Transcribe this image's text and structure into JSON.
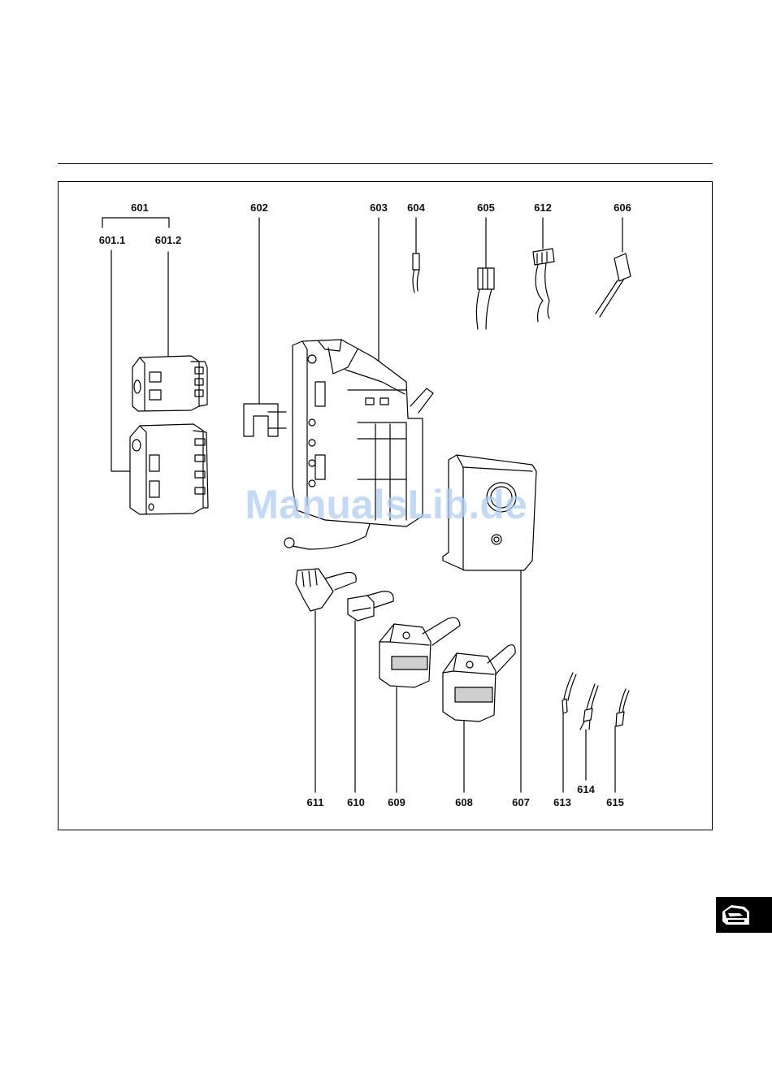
{
  "labels": {
    "l601": "601",
    "l601_1": "601.1",
    "l601_2": "601.2",
    "l602": "602",
    "l603": "603",
    "l604": "604",
    "l605": "605",
    "l612": "612",
    "l606": "606",
    "l611": "611",
    "l610": "610",
    "l609": "609",
    "l608": "608",
    "l607": "607",
    "l613": "613",
    "l614": "614",
    "l615": "615"
  },
  "watermark": "ManualsLib.de",
  "tab": {
    "icon": "burner-icon"
  },
  "colors": {
    "line": "#000000",
    "part_fill": "#ffffff",
    "shade": "#cfcfcf",
    "watermark": "#aecdf2"
  }
}
